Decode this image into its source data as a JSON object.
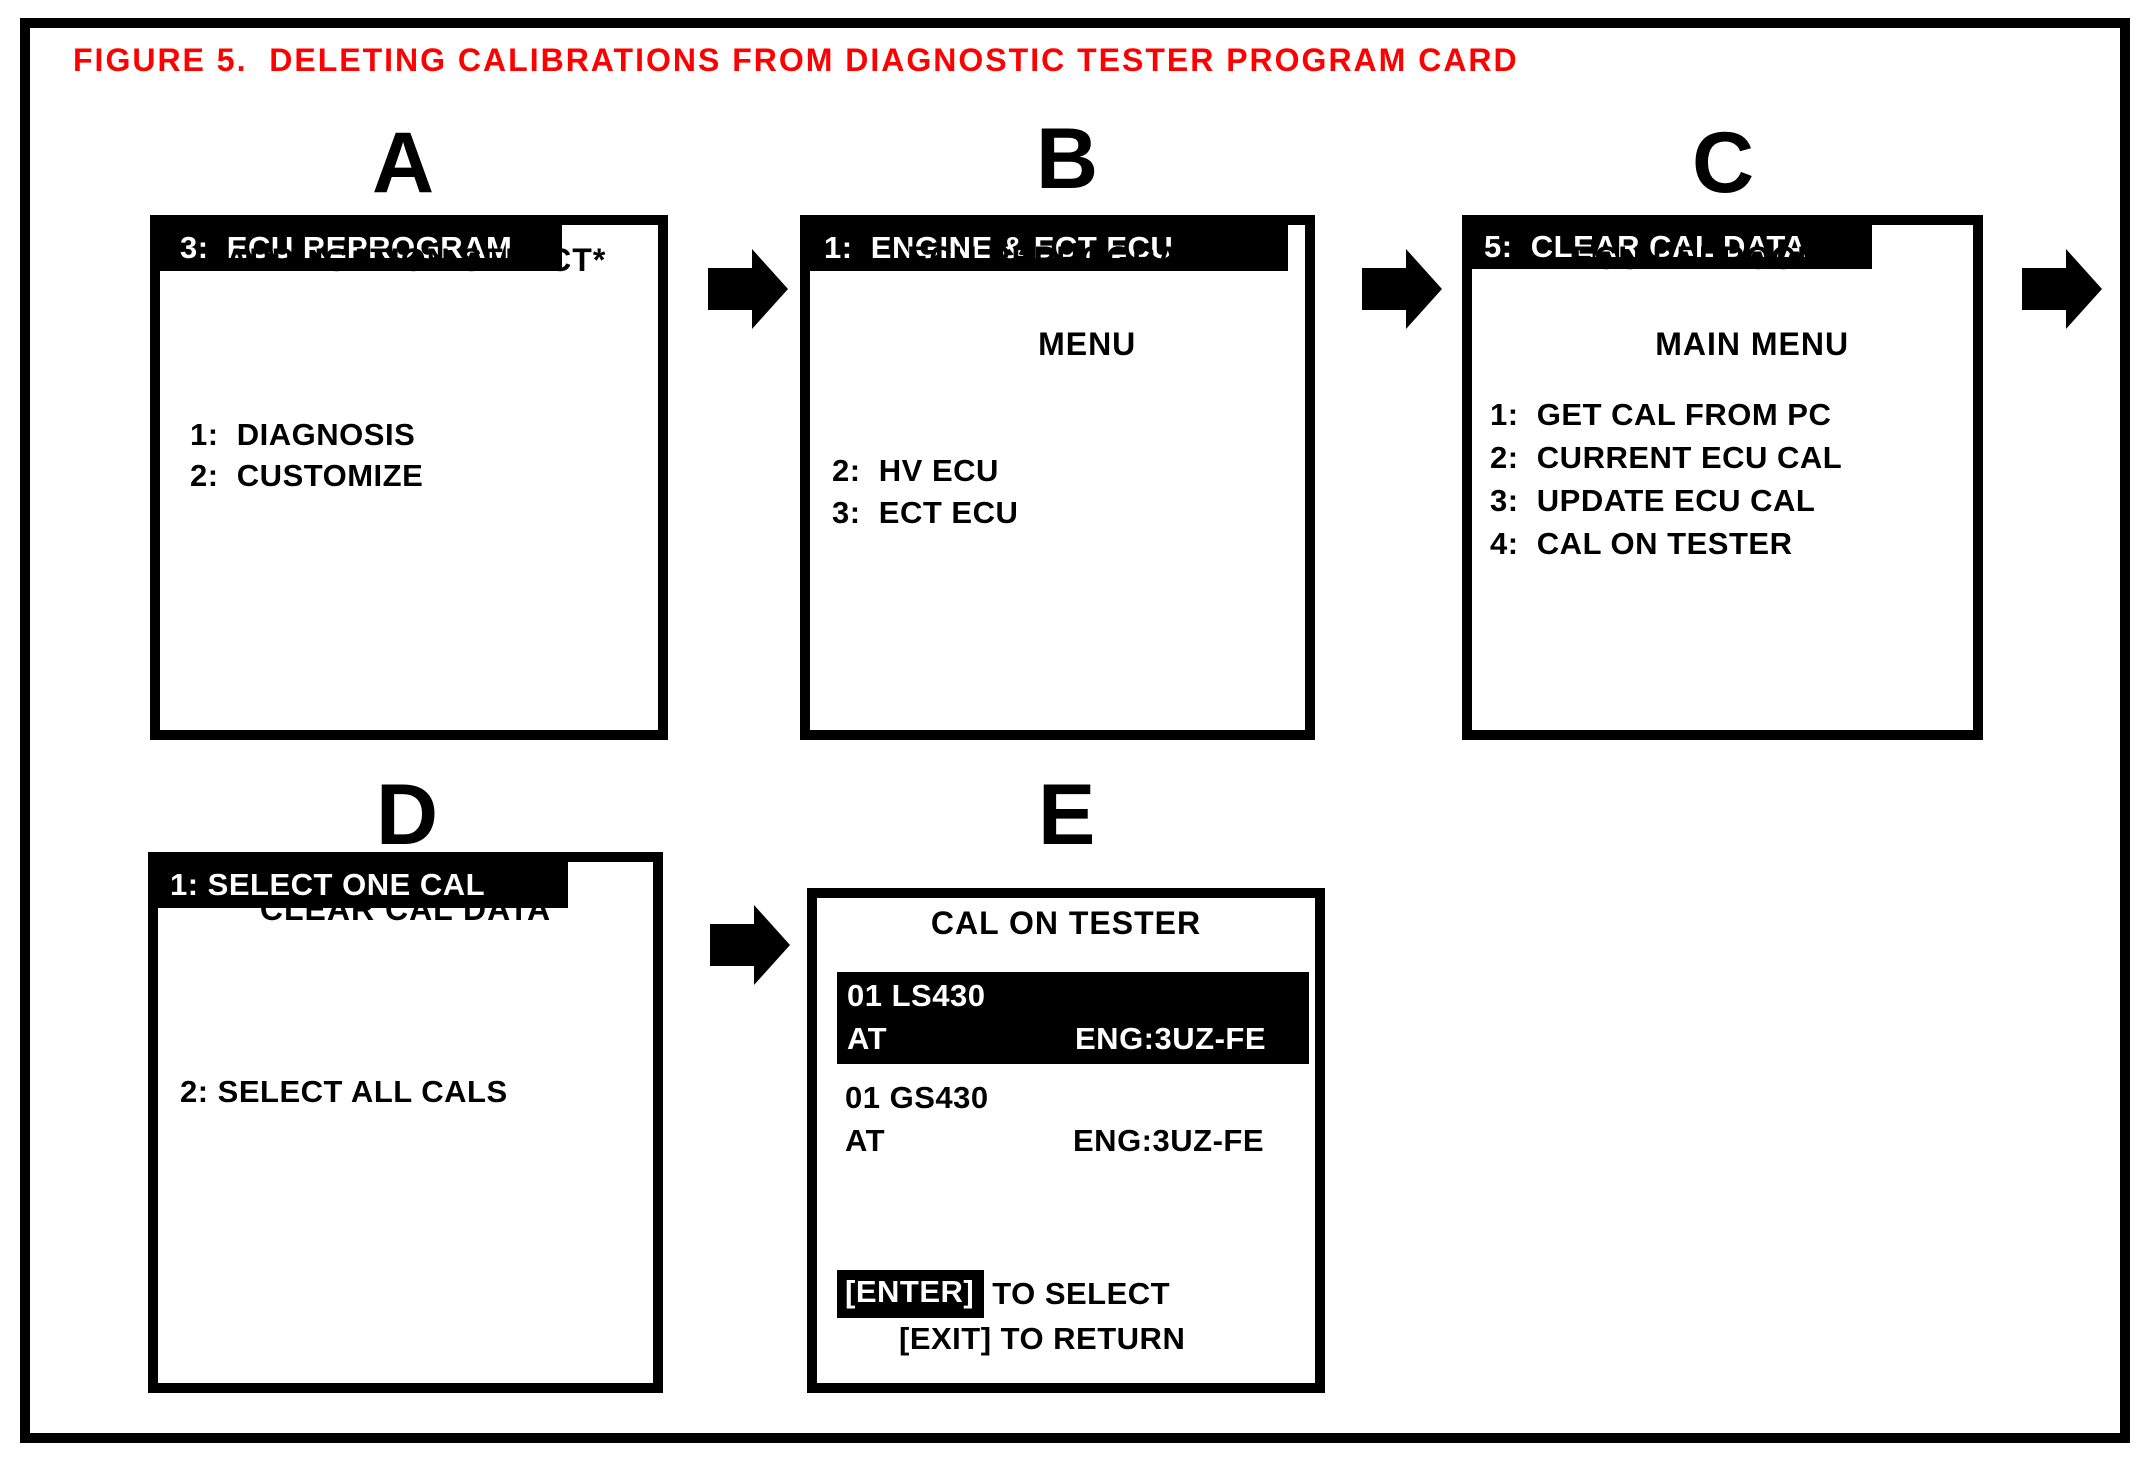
{
  "figure": {
    "title": "FIGURE 5.  DELETING CALIBRATIONS FROM DIAGNOSTIC TESTER PROGRAM CARD",
    "title_color": "#ff0000"
  },
  "screens": {
    "a": {
      "label": "A",
      "title_lines": [
        "*APPLICATION SELECT*"
      ],
      "items": [
        {
          "text": "1:  DIAGNOSIS",
          "highlighted": false
        },
        {
          "text": "2:  CUSTOMIZE",
          "highlighted": false
        },
        {
          "text": "3:  ECU REPROGRAM",
          "highlighted": true
        }
      ]
    },
    "b": {
      "label": "B",
      "title_lines": [
        "ECU REPROGRAM",
        "MENU"
      ],
      "items": [
        {
          "text": "1:  ENGINE & ECT ECU",
          "highlighted": true
        },
        {
          "text": "2:  HV ECU",
          "highlighted": false
        },
        {
          "text": "3:  ECT ECU",
          "highlighted": false
        }
      ]
    },
    "c": {
      "label": "C",
      "title_lines": [
        "ECU REPROGRAM",
        "MAIN MENU"
      ],
      "items": [
        {
          "text": "1:  GET CAL FROM PC",
          "highlighted": false
        },
        {
          "text": "2:  CURRENT ECU CAL",
          "highlighted": false
        },
        {
          "text": "3:  UPDATE ECU CAL",
          "highlighted": false
        },
        {
          "text": "4:  CAL ON TESTER",
          "highlighted": false
        },
        {
          "text": "5:  CLEAR CAL DATA",
          "highlighted": true
        }
      ]
    },
    "d": {
      "label": "D",
      "title_lines": [
        "CLEAR CAL DATA"
      ],
      "items": [
        {
          "text": "1: SELECT ONE CAL",
          "highlighted": true
        },
        {
          "text": "2: SELECT ALL CALS",
          "highlighted": false
        }
      ]
    },
    "e": {
      "label": "E",
      "title_lines": [
        "CAL ON TESTER"
      ],
      "cals": [
        {
          "model": "01 LS430",
          "transmission": "AT",
          "engine": "ENG:3UZ-FE",
          "highlighted": true
        },
        {
          "model": "01 GS430",
          "transmission": "AT",
          "engine": "ENG:3UZ-FE",
          "highlighted": false
        }
      ],
      "footer": {
        "enter_key": "[ENTER]",
        "enter_action": "TO SELECT",
        "exit_key": "[EXIT]",
        "exit_action": "TO RETURN"
      }
    }
  },
  "colors": {
    "highlight_bg": "#000000",
    "highlight_text": "#ffffff",
    "text": "#000000"
  }
}
